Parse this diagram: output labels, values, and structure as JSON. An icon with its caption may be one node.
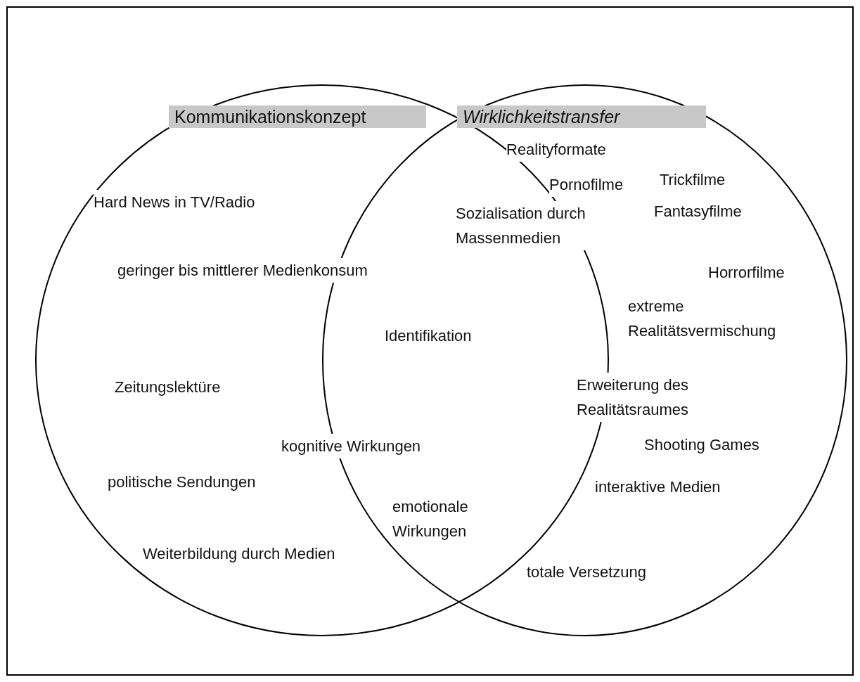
{
  "diagram": {
    "nodes": [
      {
        "text": [
          "Kommunikationskonzept"
        ]
      },
      {
        "text": [
          "Wirklichkeitstransfer"
        ]
      }
    ],
    "edges": [],
    "labels": [
      "Realityformate",
      "Trickfilme",
      "Pornofilme",
      "Hard News in TV/Radio",
      "Fantasyfilme",
      "Sozialisation durch Massenmedien",
      "geringer bis mittlerer Medienkonsum",
      "Horrorfilme",
      "extreme Realitätsvermischung",
      "Identifikation",
      "Zeitungslektüre",
      "Erweiterung des Realitätsraumes",
      "Shooting Games",
      "kognitive Wirkungen",
      "politische Sendungen",
      "interaktive Medien",
      "emotionale Wirkungen",
      "Weiterbildung durch Medien",
      "totale Versetzung"
    ]
  }
}
